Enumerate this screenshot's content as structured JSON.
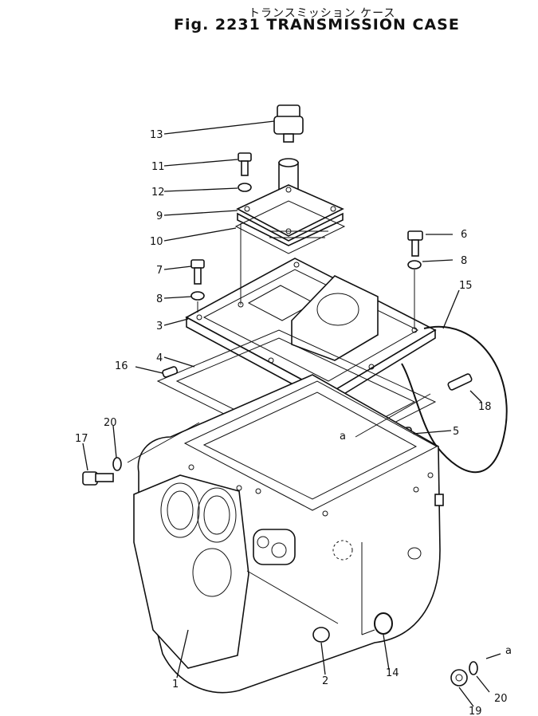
{
  "header": {
    "japanese_title": "トランスミッション ケース",
    "fig_title": "Fig. 2231  TRANSMISSION CASE"
  },
  "callouts": {
    "c1": "1",
    "c2": "2",
    "c3": "3",
    "c4": "4",
    "c5": "5",
    "c6": "6",
    "c7": "7",
    "c8a": "8",
    "c8b": "8",
    "c9": "9",
    "c10": "10",
    "c11": "11",
    "c12": "12",
    "c13": "13",
    "c14": "14",
    "c15": "15",
    "c16": "16",
    "c17": "17",
    "c18": "18",
    "c19": "19",
    "c20a": "20",
    "c20b": "20",
    "ca1": "a",
    "ca2": "a"
  }
}
